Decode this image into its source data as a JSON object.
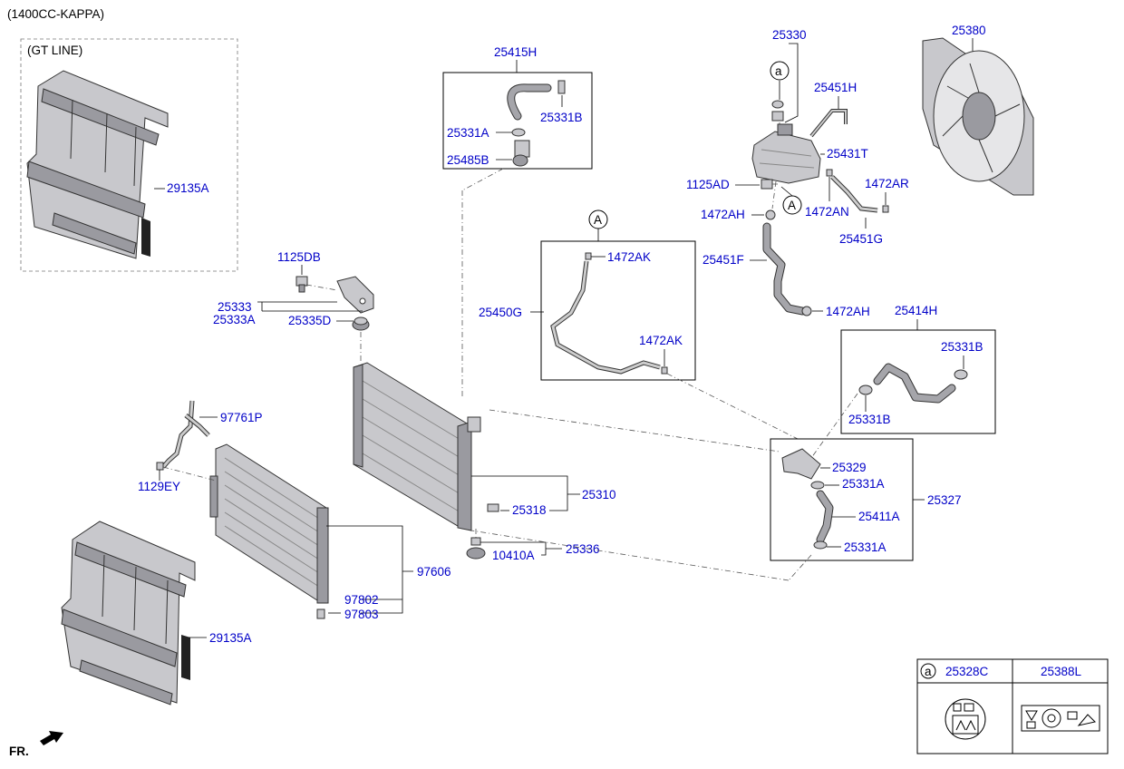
{
  "header": "(1400CC-KAPPA)",
  "gt_line": "(GT LINE)",
  "fr_label": "FR.",
  "callout_A": "A",
  "callout_a": "a",
  "labels": {
    "p29135A_top": "29135A",
    "p29135A_bottom": "29135A",
    "p1125DB": "1125DB",
    "p25333": "25333",
    "p25333A": "25333A",
    "p25335D": "25335D",
    "p25415H": "25415H",
    "p25331B_top": "25331B",
    "p25331A_top": "25331A",
    "p25485B": "25485B",
    "p25330": "25330",
    "p25380": "25380",
    "p25451H": "25451H",
    "p25431T": "25431T",
    "p1125AD": "1125AD",
    "p1472AR": "1472AR",
    "p1472AH_top": "1472AH",
    "p1472AN": "1472AN",
    "p25451G": "25451G",
    "p25451F": "25451F",
    "p1472AH_bottom": "1472AH",
    "p1472AK_top": "1472AK",
    "p25450G": "25450G",
    "p1472AK_bottom": "1472AK",
    "p25414H": "25414H",
    "p25331B_right": "25331B",
    "p25331B_left": "25331B",
    "p25329": "25329",
    "p25331A_mid": "25331A",
    "p25327": "25327",
    "p25411A": "25411A",
    "p25331A_low": "25331A",
    "p97761P": "97761P",
    "p1129EY": "1129EY",
    "p25318": "25318",
    "p25310": "25310",
    "p10410A": "10410A",
    "p25336": "25336",
    "p97606": "97606",
    "p97802": "97802",
    "p97803": "97803"
  },
  "legend": {
    "marker": "a",
    "col1": "25328C",
    "col2": "25388L"
  }
}
